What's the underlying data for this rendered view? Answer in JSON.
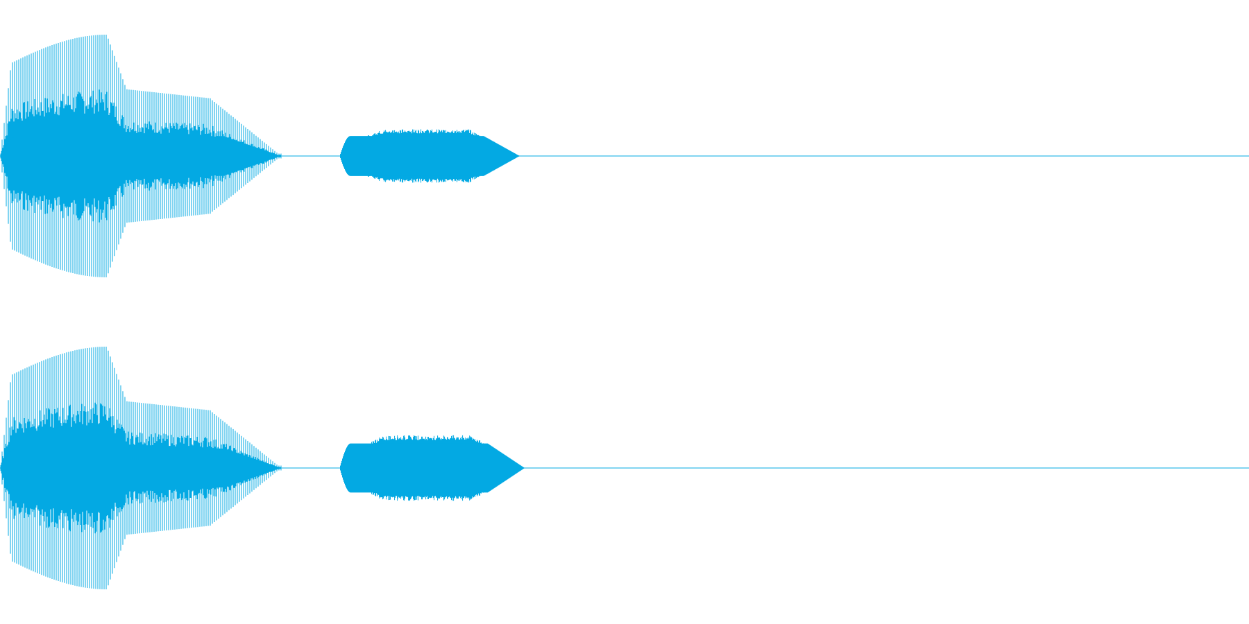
{
  "waveform": {
    "color": "#03a9e3",
    "channels": [
      {
        "name": "",
        "bursts": [
          {
            "start": 0.0,
            "end": 0.225,
            "peak": 1.0
          },
          {
            "start": 0.272,
            "end": 0.416,
            "peak": 0.22
          }
        ]
      },
      {
        "name": "",
        "bursts": [
          {
            "start": 0.0,
            "end": 0.225,
            "peak": 1.0
          },
          {
            "start": 0.272,
            "end": 0.42,
            "peak": 0.27
          }
        ]
      }
    ]
  }
}
